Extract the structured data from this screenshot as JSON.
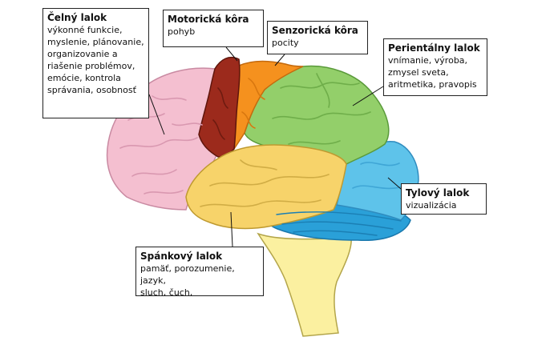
{
  "lobes": {
    "frontal": {
      "title": "Čelný lalok",
      "description": "výkonné funkcie,\nmyslenie, plánovanie,\norganizovanie a\nriašenie problémov,\nemócie, kontrola\nsprávania, osobnosť",
      "color": "#f4bfd0"
    },
    "motor": {
      "title": "Motorická kôra",
      "description": "pohyb",
      "color": "#9c2a1c"
    },
    "sensory": {
      "title": "Senzorická kôra",
      "description": "pocity",
      "color": "#f5911e"
    },
    "parietal": {
      "title": "Perientálny lalok",
      "description": "vnímanie, výroba,\nzmysel sveta,\naritmetika, pravopis",
      "color": "#93cf6a"
    },
    "occipital": {
      "title": "Tylový lalok",
      "description": "vizualizácia",
      "color": "#5ec3ea"
    },
    "temporal": {
      "title": "Spánkový lalok",
      "description": "pamäť, porozumenie, jazyk,\nsluch, čuch,",
      "color": "#f7d36a"
    }
  },
  "structures": {
    "cerebellum_color": "#2aa0d8",
    "brainstem_color": "#fbf0a0"
  }
}
